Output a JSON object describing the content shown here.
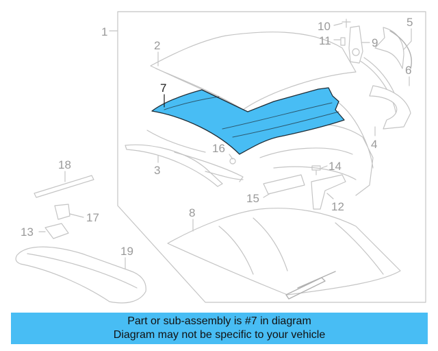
{
  "diagram": {
    "callouts": [
      "1",
      "2",
      "3",
      "4",
      "5",
      "6",
      "7",
      "8",
      "9",
      "10",
      "11",
      "12",
      "13",
      "14",
      "15",
      "16",
      "17",
      "18",
      "19"
    ],
    "highlighted_part": "7",
    "highlight_color": "#48bdf4",
    "line_color": "#c4c4c4"
  },
  "banner": {
    "line1": "Part or sub-assembly is #7 in diagram",
    "line2": "Diagram may not be specific to your vehicle",
    "background": "#48bdf4"
  }
}
